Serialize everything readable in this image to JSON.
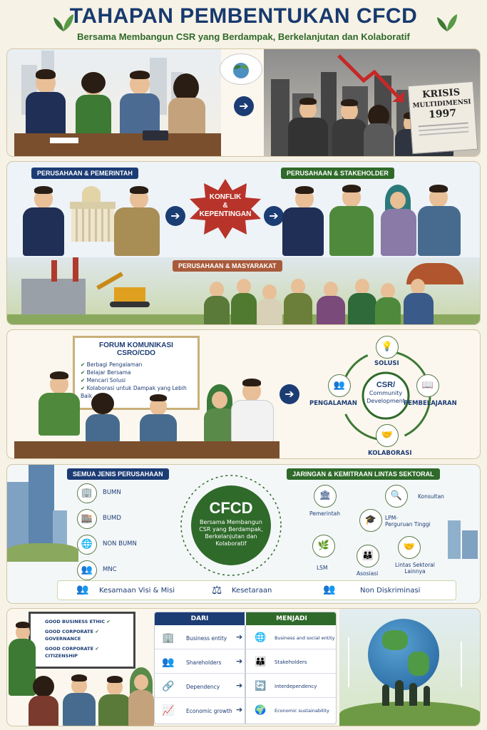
{
  "header": {
    "title": "TAHAPAN PEMBENTUKAN CFCD",
    "subtitle": "Bersama Membangun CSR yang Berdampak, Berkelanjutan dan Kolaboratif"
  },
  "panel1": {
    "newspaper": [
      "KRISIS",
      "MULTIDIMENSI",
      "1997"
    ]
  },
  "panel2": {
    "tag_left": "PERUSAHAAN & PEMERINTAH",
    "tag_right": "PERUSAHAAN & STAKEHOLDER",
    "tag_bottom": "PERUSAHAAN & MASYARAKAT",
    "burst": [
      "KONFLIK",
      "&",
      "KEPENTINGAN"
    ]
  },
  "panel3": {
    "board_title": [
      "FORUM KOMUNIKASI",
      "CSRO/CDO"
    ],
    "board_items": [
      "Berbagi Pengalaman",
      "Belajar Bersama",
      "Mencari Solusi",
      "Kolaborasi untuk Dampak yang Lebih Baik"
    ],
    "cycle_center": [
      "CSR/",
      "Community",
      "Development"
    ],
    "cycle": {
      "top": "SOLUSI",
      "right": "PEMBELAJARAN",
      "bottom": "KOLABORASI",
      "left": "PENGALAMAN"
    }
  },
  "panel4": {
    "tag_left": "SEMUA JENIS PERUSAHAAN",
    "tag_right": "JARINGAN & KEMITRAAN LINTAS SEKTORAL",
    "companies": [
      "BUMN",
      "BUMD",
      "NON BUMN",
      "MNC"
    ],
    "center_title": "CFCD",
    "center_text": [
      "Bersama Membangun",
      "CSR yang Berdampak,",
      "Berkelanjutan dan",
      "Kolaboratif"
    ],
    "partners": {
      "pemerintah": "Pemerintah",
      "konsultan": "Konsultan",
      "lpm": [
        "LPM-",
        "Perguruan Tinggi"
      ],
      "lsm": "LSM",
      "asosiasi": "Asosiasi",
      "lintas": [
        "Lintas Sektoral",
        "Lainnya"
      ]
    },
    "values": [
      "Kesamaan Visi & Misi",
      "Kesetaraan",
      "Non Diskriminasi"
    ]
  },
  "panel5": {
    "board": [
      "GOOD BUSINESS ETHIC",
      "GOOD CORPORATE",
      "GOVERNANCE",
      "GOOD CORPORATE",
      "CITIZENSHIP"
    ],
    "dari_label": "DARI",
    "menjadi_label": "MENJADI",
    "from": [
      "Business entity",
      "Shareholders",
      "Dependency",
      "Economic growth"
    ],
    "to": [
      "Business and social entity",
      "Stakeholders",
      "Interdependency",
      "Economic sustainability"
    ]
  },
  "colors": {
    "navy": "#1c3c74",
    "green": "#2f6a2a",
    "cream": "#f7f2e6"
  }
}
